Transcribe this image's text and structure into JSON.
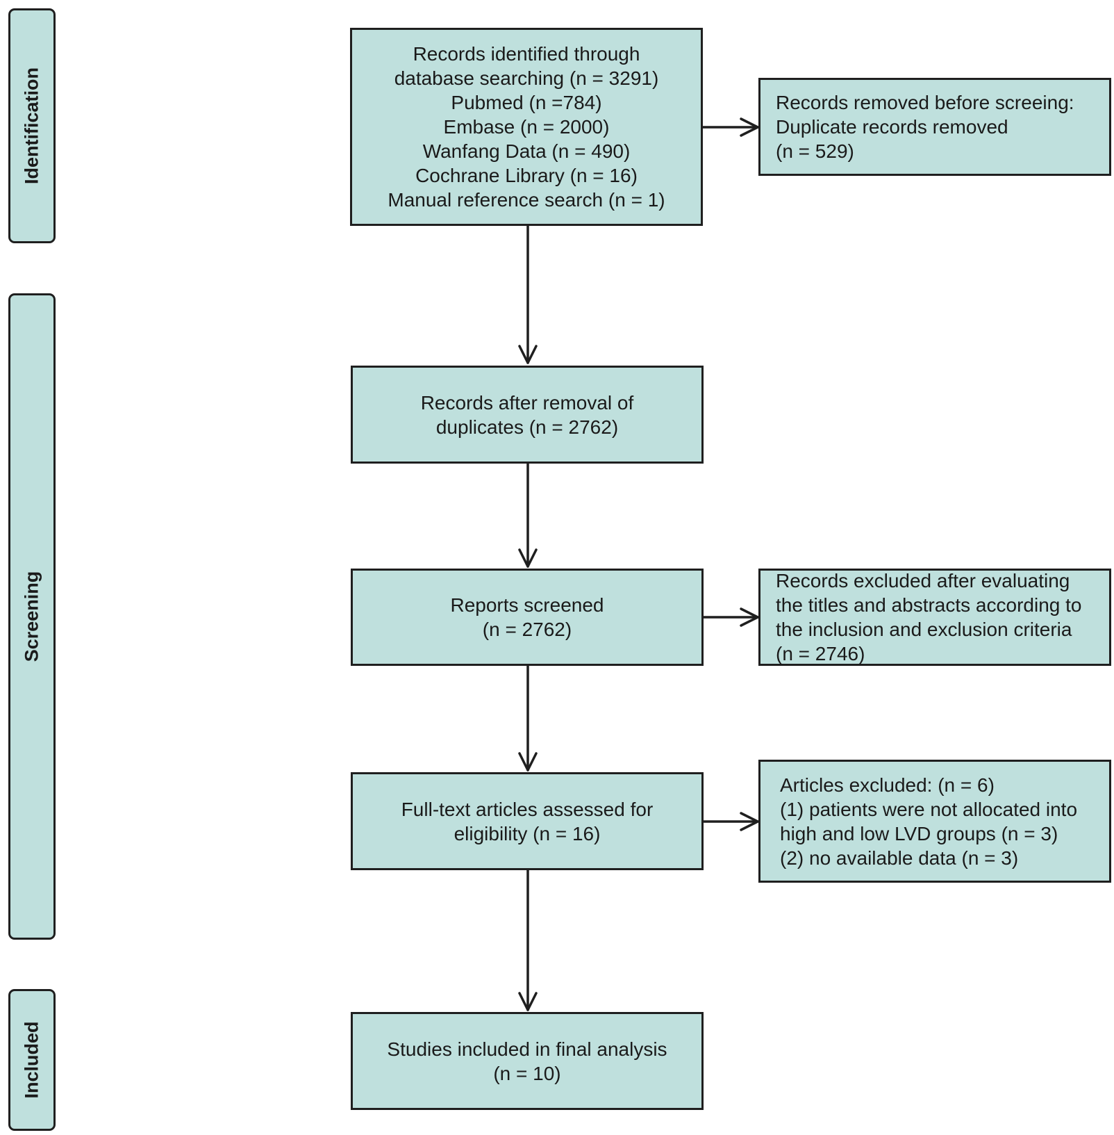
{
  "phases": {
    "identification": "Identification",
    "screening": "Screening",
    "included": "Included"
  },
  "boxes": {
    "identified": [
      "Records identified through",
      "database searching (n = 3291)",
      "Pubmed (n =784)",
      "Embase (n = 2000)",
      "Wanfang Data (n = 490)",
      "Cochrane Library (n = 16)",
      "Manual reference search (n = 1)"
    ],
    "removed_before": [
      "Records removed before screeing:",
      "Duplicate records removed",
      "(n = 529)"
    ],
    "after_removal": [
      "Records after removal of",
      "duplicates (n = 2762)"
    ],
    "screened": [
      "Reports screened",
      "(n = 2762)"
    ],
    "excluded_titles": [
      "Records excluded after evaluating",
      "the titles and abstracts according to",
      "the inclusion and exclusion criteria",
      "(n = 2746)"
    ],
    "fulltext": [
      "Full-text articles assessed for",
      "eligibility (n = 16)"
    ],
    "articles_excluded": [
      "Articles excluded: (n = 6)",
      "(1) patients were not allocated into",
      "high and low LVD groups (n = 3)",
      "(2) no available data (n = 3)"
    ],
    "included": [
      "Studies included in final analysis",
      "(n = 10)"
    ]
  }
}
